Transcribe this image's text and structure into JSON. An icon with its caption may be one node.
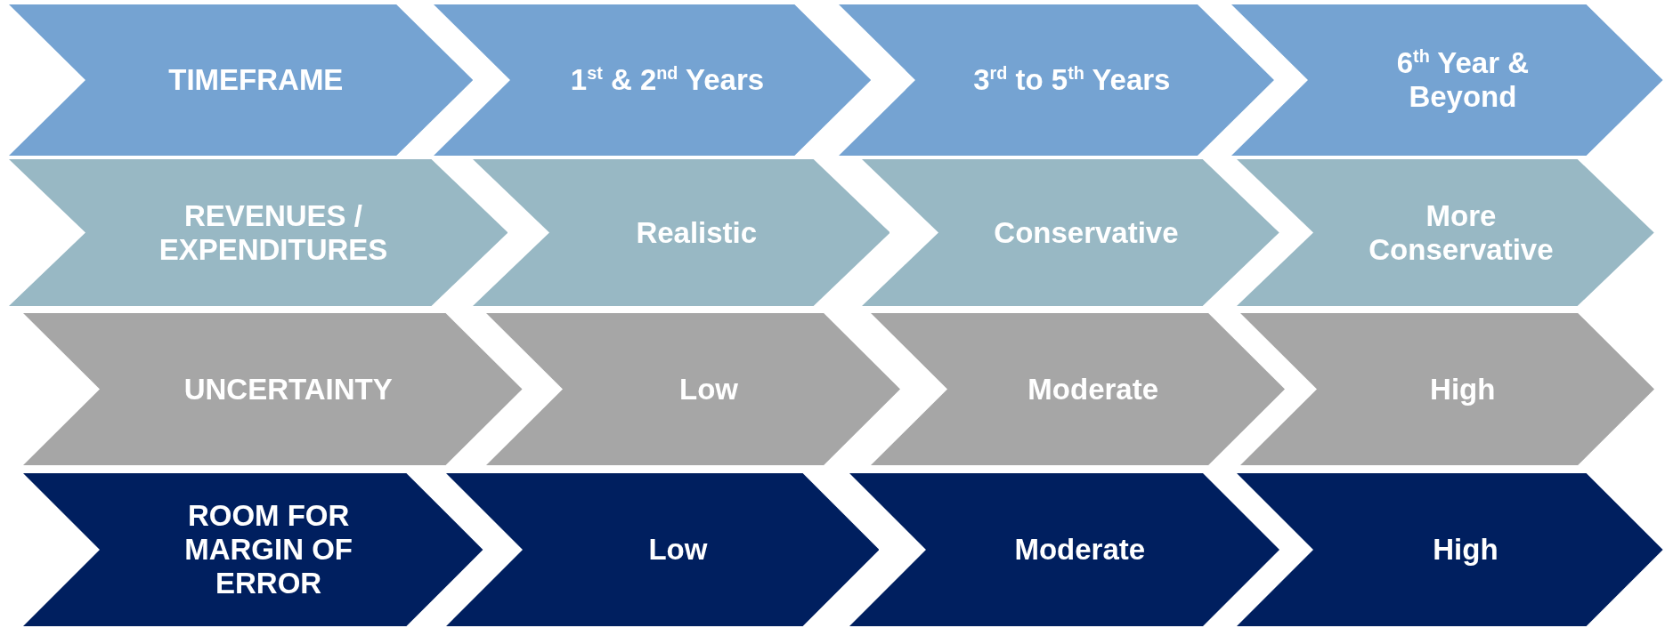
{
  "diagram": {
    "nodes": [
      {
        "text": [
          "TIMEFRAME"
        ]
      },
      {
        "text": [
          "1$^{st}$ & 2$^{nd}$ Years"
        ]
      },
      {
        "text": [
          "3$^{rd}$ to 5$^{th}$ Years"
        ]
      },
      {
        "text": [
          "6$^{th}$ Year & Beyond"
        ]
      },
      {
        "text": [
          "REVENUES / EXPENDITURES"
        ]
      },
      {
        "text": [
          "Realistic"
        ]
      },
      {
        "text": [
          "Conservative"
        ]
      },
      {
        "text": [
          "More Conservative"
        ]
      },
      {
        "text": [
          "UNCERTAINTY"
        ]
      },
      {
        "text": [
          "Low"
        ]
      },
      {
        "text": [
          "Moderate"
        ]
      },
      {
        "text": [
          "High"
        ]
      },
      {
        "text": [
          "ROOM FOR MARGIN OF ERROR"
        ]
      },
      {
        "text": [
          "Low"
        ]
      },
      {
        "text": [
          "Moderate"
        ]
      },
      {
        "text": [
          "High"
        ]
      }
    ]
  }
}
